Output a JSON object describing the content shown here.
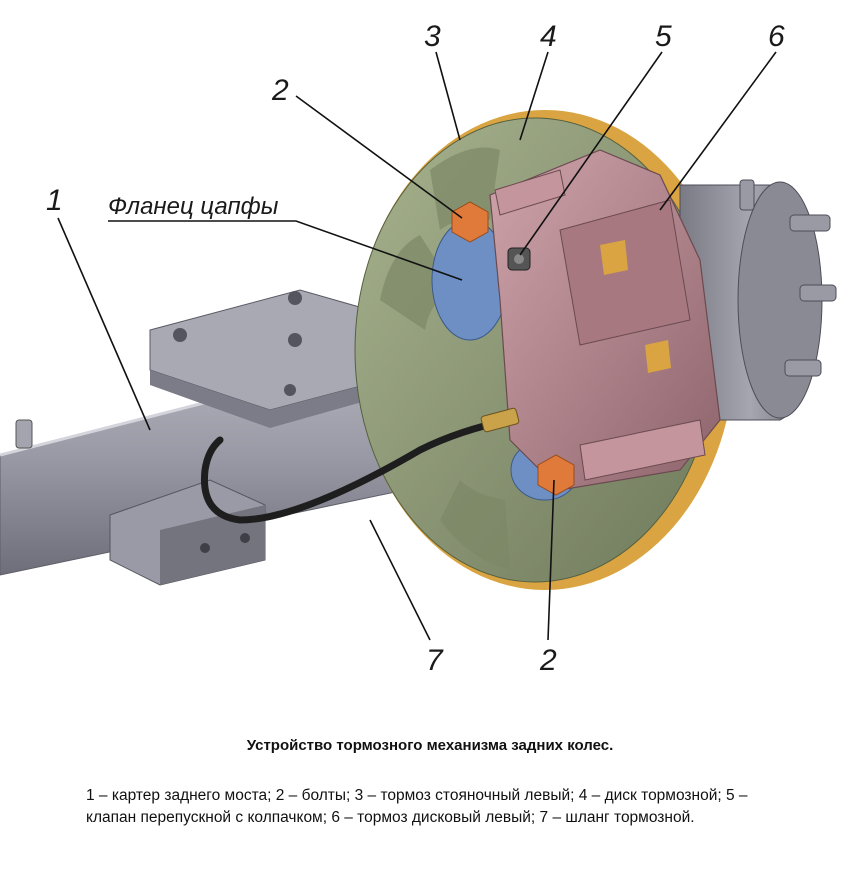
{
  "figure": {
    "callouts": {
      "n1": "1",
      "n2_top": "2",
      "n2_bottom": "2",
      "n3": "3",
      "n4": "4",
      "n5": "5",
      "n6": "6",
      "n7": "7",
      "flange": "Фланец цапфы"
    },
    "colors": {
      "housing": "#9a9aa6",
      "disc": "#8e9a78",
      "disc_edge": "#d9a441",
      "caliper": "#b98a92",
      "bolt": "#e07a3a",
      "flange": "#6d8fc4",
      "hub": "#8a8a94"
    }
  },
  "caption": {
    "title": "Устройство тормозного механизма задних колес.",
    "legend": "1 – картер заднего моста; 2 – болты; 3 – тормоз стояночный левый; 4 – диск тормозной; 5 – клапан перепускной с колпачком; 6 – тормоз дисковый левый; 7 – шланг тормозной."
  }
}
